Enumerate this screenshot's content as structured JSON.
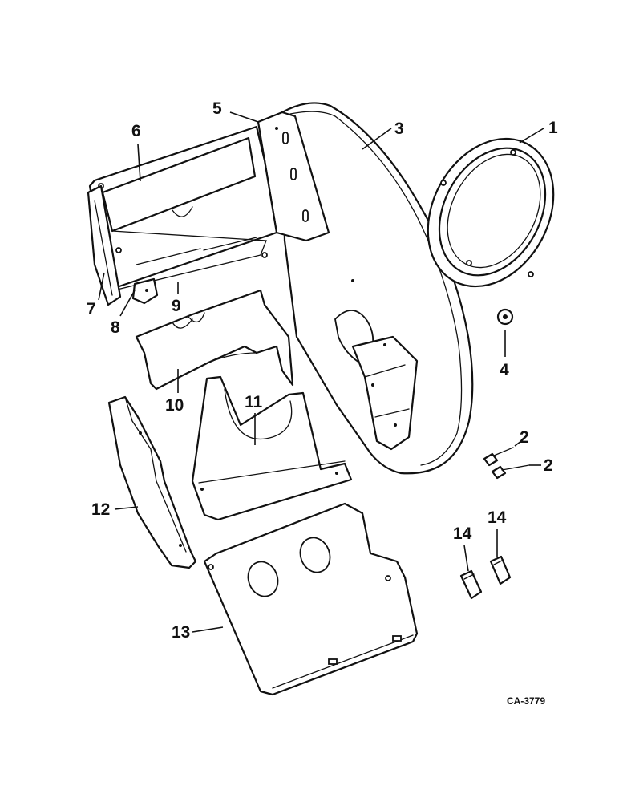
{
  "diagram_code": "CA-3779",
  "callouts": [
    {
      "label": "1"
    },
    {
      "label": "2"
    },
    {
      "label": "2"
    },
    {
      "label": "3"
    },
    {
      "label": "4"
    },
    {
      "label": "5"
    },
    {
      "label": "6"
    },
    {
      "label": "7"
    },
    {
      "label": "8"
    },
    {
      "label": "9"
    },
    {
      "label": "10"
    },
    {
      "label": "11"
    },
    {
      "label": "12"
    },
    {
      "label": "13"
    },
    {
      "label": "14"
    },
    {
      "label": "14"
    }
  ]
}
